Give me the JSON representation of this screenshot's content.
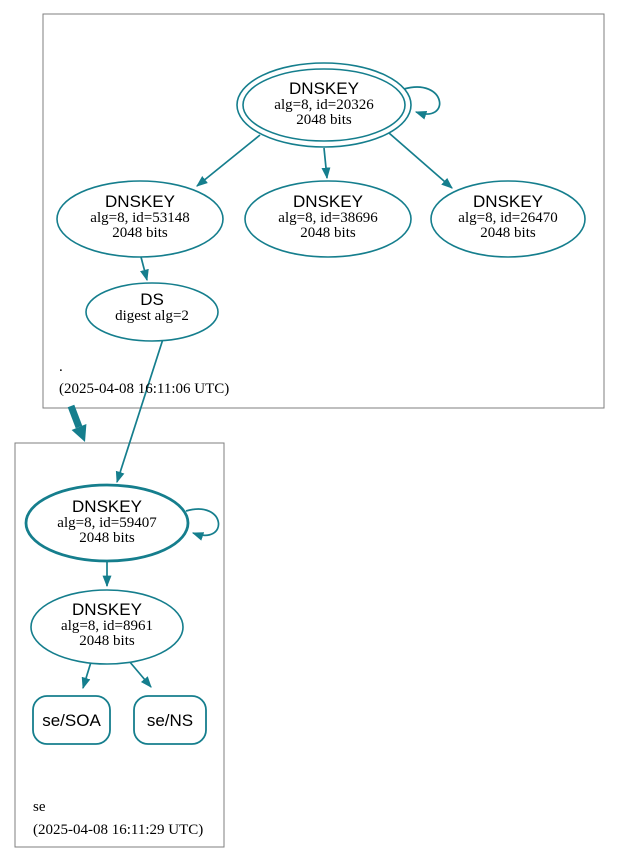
{
  "colors": {
    "edge_teal": "#157e8d",
    "node_gray_fill": "#d3d3d3",
    "zone_border_gray": "#7f7f7f"
  },
  "zones": {
    "root": {
      "label": ".",
      "timestamp": "(2025-04-08 16:11:06 UTC)"
    },
    "se": {
      "label": "se",
      "timestamp": "(2025-04-08 16:11:29 UTC)"
    }
  },
  "nodes": {
    "root_ksk": {
      "title": "DNSKEY",
      "alg": "alg=8, id=20326",
      "bits": "2048 bits"
    },
    "root_zsk_53148": {
      "title": "DNSKEY",
      "alg": "alg=8, id=53148",
      "bits": "2048 bits"
    },
    "root_zsk_38696": {
      "title": "DNSKEY",
      "alg": "alg=8, id=38696",
      "bits": "2048 bits"
    },
    "root_zsk_26470": {
      "title": "DNSKEY",
      "alg": "alg=8, id=26470",
      "bits": "2048 bits"
    },
    "root_ds": {
      "title": "DS",
      "digest": "digest alg=2"
    },
    "se_ksk": {
      "title": "DNSKEY",
      "alg": "alg=8, id=59407",
      "bits": "2048 bits"
    },
    "se_zsk": {
      "title": "DNSKEY",
      "alg": "alg=8, id=8961",
      "bits": "2048 bits"
    },
    "se_soa": {
      "label": "se/SOA"
    },
    "se_ns": {
      "label": "se/NS"
    }
  }
}
